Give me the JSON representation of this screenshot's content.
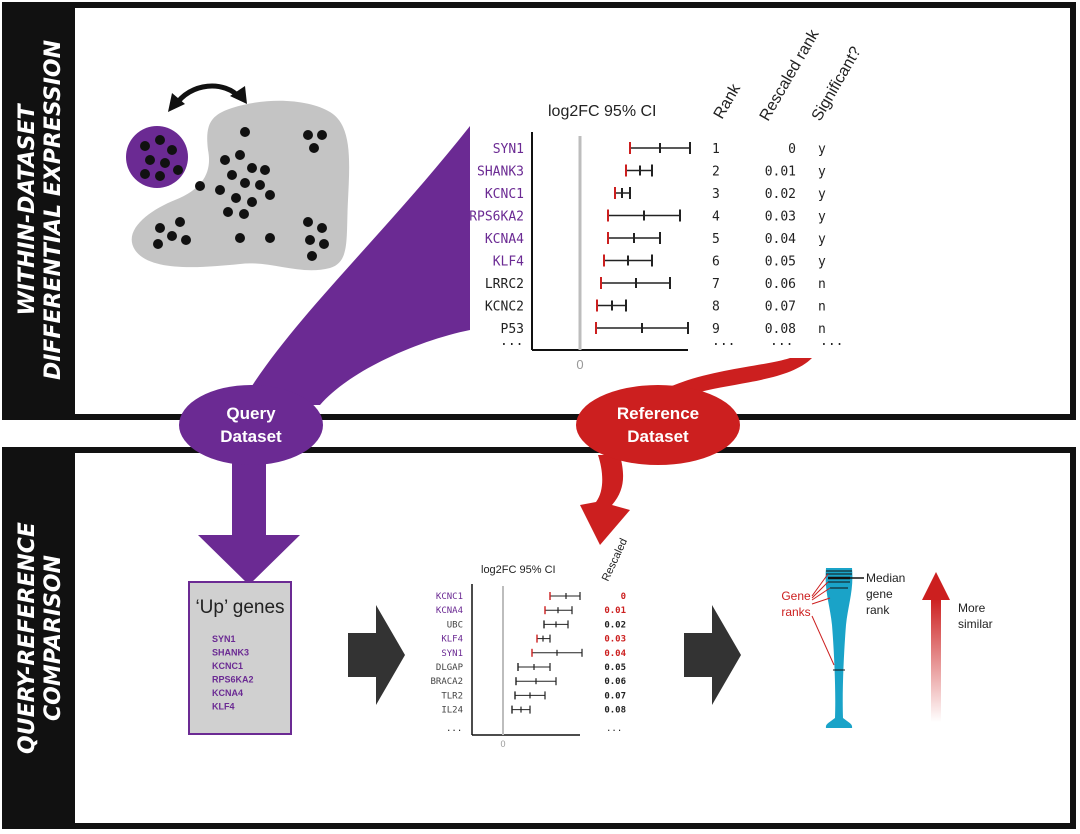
{
  "panels": {
    "top_title_line1": "WITHIN-DATASET",
    "top_title_line2": "DIFFERENTIAL EXPRESSION",
    "bottom_title_line1": "QUERY-REFERENCE",
    "bottom_title_line2": "COMPARISON"
  },
  "top_chart": {
    "ci_title": "log2FC 95% CI",
    "rank_header": "Rank",
    "rescaled_header": "Rescaled rank",
    "significant_header": "Significant?",
    "zero_label": "0",
    "ellipsis": "...",
    "rows": [
      {
        "gene": "SYN1",
        "rank": "1",
        "rescaled": "0",
        "sig": "y",
        "highlight": true
      },
      {
        "gene": "SHANK3",
        "rank": "2",
        "rescaled": "0.01",
        "sig": "y",
        "highlight": true
      },
      {
        "gene": "KCNC1",
        "rank": "3",
        "rescaled": "0.02",
        "sig": "y",
        "highlight": true
      },
      {
        "gene": "RPS6KA2",
        "rank": "4",
        "rescaled": "0.03",
        "sig": "y",
        "highlight": true
      },
      {
        "gene": "KCNA4",
        "rank": "5",
        "rescaled": "0.04",
        "sig": "y",
        "highlight": true
      },
      {
        "gene": "KLF4",
        "rank": "6",
        "rescaled": "0.05",
        "sig": "y",
        "highlight": true
      },
      {
        "gene": "LRRC2",
        "rank": "7",
        "rescaled": "0.06",
        "sig": "n",
        "highlight": false
      },
      {
        "gene": "KCNC2",
        "rank": "8",
        "rescaled": "0.07",
        "sig": "n",
        "highlight": false
      },
      {
        "gene": "P53",
        "rank": "9",
        "rescaled": "0.08",
        "sig": "n",
        "highlight": false
      }
    ]
  },
  "query_label_line1": "Query",
  "query_label_line2": "Dataset",
  "reference_label_line1": "Reference",
  "reference_label_line2": "Dataset",
  "up_genes": {
    "title": "‘Up’ genes",
    "genes": [
      "SYN1",
      "SHANK3",
      "KCNC1",
      "RPS6KA2",
      "KCNA4",
      "KLF4"
    ]
  },
  "bottom_chart": {
    "ci_title": "log2FC 95% CI",
    "rescaled_header": "Rescaled",
    "zero_label": "0",
    "ellipsis": "...",
    "rows": [
      {
        "gene": "KCNC1",
        "rescaled": "0",
        "highlight": true
      },
      {
        "gene": "KCNA4",
        "rescaled": "0.01",
        "highlight": true
      },
      {
        "gene": "UBC",
        "rescaled": "0.02",
        "highlight": false
      },
      {
        "gene": "KLF4",
        "rescaled": "0.03",
        "highlight": true
      },
      {
        "gene": "SYN1",
        "rescaled": "0.04",
        "highlight": true
      },
      {
        "gene": "DLGAP",
        "rescaled": "0.05",
        "highlight": false
      },
      {
        "gene": "BRACA2",
        "rescaled": "0.06",
        "highlight": false
      },
      {
        "gene": "TLR2",
        "rescaled": "0.07",
        "highlight": false
      },
      {
        "gene": "IL24",
        "rescaled": "0.08",
        "highlight": false
      }
    ]
  },
  "violin": {
    "median_line1": "Median",
    "median_line2": "gene",
    "median_line3": "rank",
    "gene_ranks_line1": "Gene",
    "gene_ranks_line2": "ranks",
    "more_similar_line1": "More",
    "more_similar_line2": "similar"
  },
  "colors": {
    "purple": "#6b2a93",
    "red": "#cc1f1f",
    "gray": "#bdbdbd",
    "blue": "#1aa3c8"
  }
}
